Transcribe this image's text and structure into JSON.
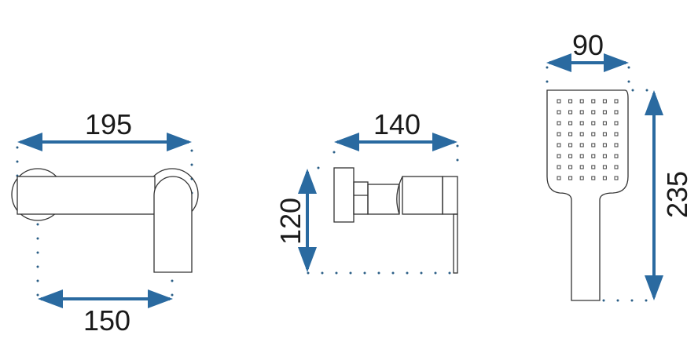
{
  "colors": {
    "dimension": "#2a6aa0",
    "outline": "#333333",
    "background": "#ffffff"
  },
  "mixer": {
    "width_total": "195",
    "spacing": "150"
  },
  "concealed_mixer": {
    "depth": "140",
    "height": "120"
  },
  "hand_shower": {
    "width": "90",
    "length": "235",
    "nozzle_rows": 8,
    "nozzle_cols": 6
  }
}
